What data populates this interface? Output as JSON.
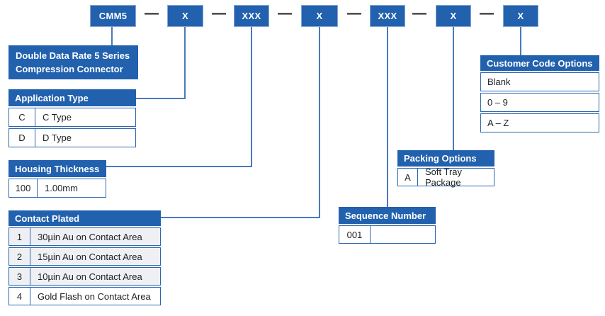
{
  "part_number": {
    "separator": "—",
    "segments": [
      {
        "label": "CMM5"
      },
      {
        "label": "X"
      },
      {
        "label": "XXX"
      },
      {
        "label": "X"
      },
      {
        "label": "XXX"
      },
      {
        "label": "X"
      },
      {
        "label": "X"
      }
    ]
  },
  "series_note": {
    "line1": "Double Data Rate 5 Series",
    "line2": "Compression Connector"
  },
  "tables": {
    "application_type": {
      "title": "Application Type",
      "rows": [
        [
          "C",
          "C Type"
        ],
        [
          "D",
          "D Type"
        ]
      ]
    },
    "housing_thickness": {
      "title": "Housing Thickness",
      "rows": [
        [
          "100",
          "1.00mm"
        ]
      ]
    },
    "contact_plated": {
      "title": "Contact Plated",
      "rows": [
        [
          "1",
          "30µin Au on Contact Area"
        ],
        [
          "2",
          "15µin Au on Contact Area"
        ],
        [
          "3",
          "10µin Au on Contact Area"
        ],
        [
          "4",
          "Gold Flash on Contact Area"
        ]
      ]
    },
    "sequence_number": {
      "title": "Sequence Number",
      "rows": [
        [
          "001",
          ""
        ]
      ]
    },
    "packing_options": {
      "title": "Packing Options",
      "rows": [
        [
          "A",
          "Soft Tray Package"
        ]
      ]
    },
    "customer_code_options": {
      "title": "Customer Code Options",
      "rows": [
        "Blank",
        "0 – 9",
        "A – Z"
      ]
    }
  },
  "colors": {
    "primary_blue": "#2161ae",
    "row_border_blue": "#2b66af",
    "connector_line_blue": "#4a79bd",
    "dash_color": "#1d1d1d",
    "alt_row_bg": "#eef0f3"
  }
}
